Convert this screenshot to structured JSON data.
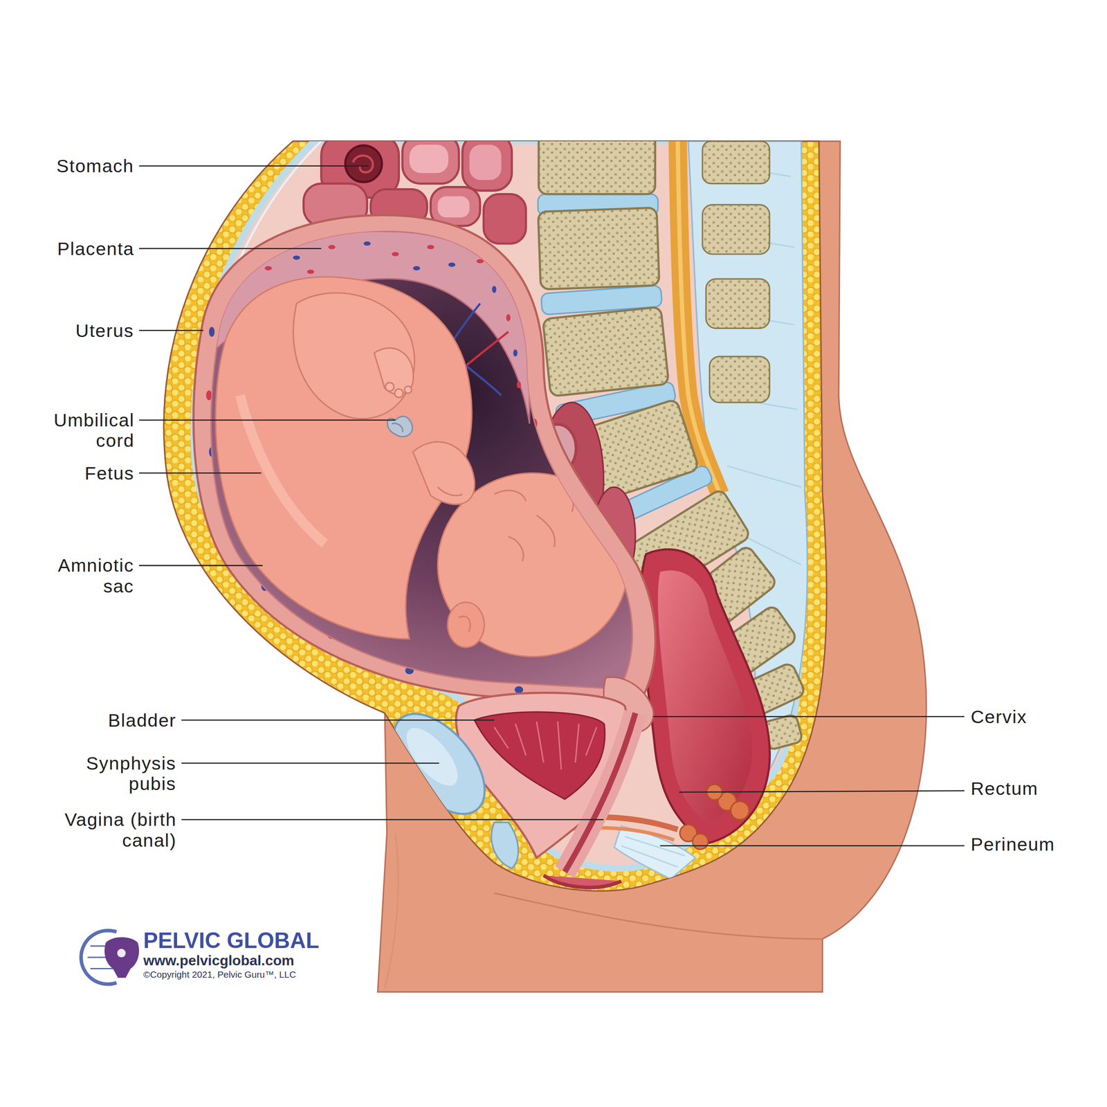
{
  "diagram": {
    "labels": [
      "Stomach",
      "Placenta",
      "Uterus",
      "Umbilical cord",
      "Fetus",
      "Amniotic sac",
      "Bladder",
      "Synphysis pubis",
      "Vagina (birth canal)",
      "Cervix",
      "Rectum",
      "Perineum",
      "PELVIC GLOBAL",
      "www.pelvicglobal.com",
      "©Copyright 2021, Pelvic Guru™, LLC"
    ]
  }
}
